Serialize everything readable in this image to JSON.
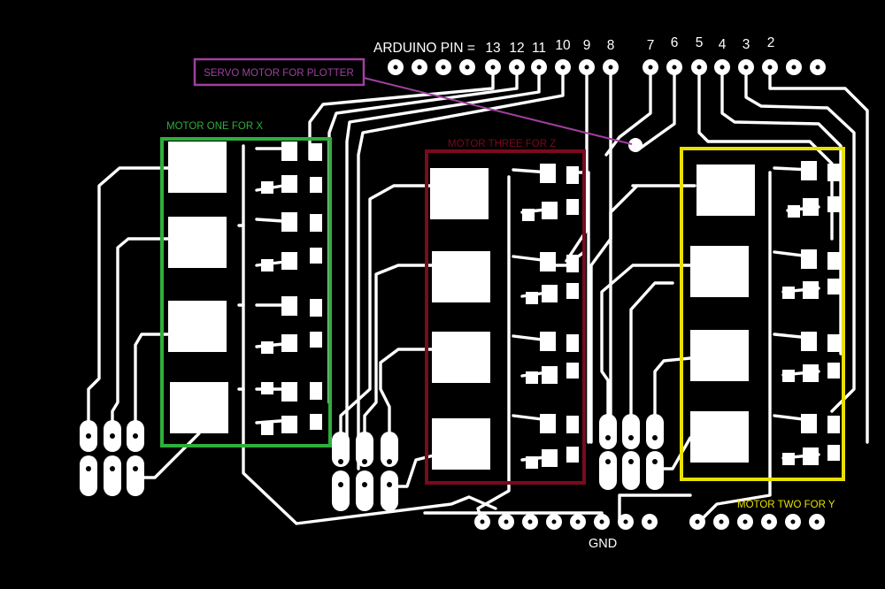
{
  "labels": {
    "arduino_pin": "ARDUINO PIN =",
    "pin_numbers": [
      "13",
      "12",
      "11",
      "10",
      "9",
      "8",
      "7",
      "6",
      "5",
      "4",
      "3",
      "2"
    ],
    "servo": "SERVO MOTOR FOR PLOTTER",
    "motor_x": "MOTOR ONE FOR X",
    "motor_z": "MOTOR THREE FOR Z",
    "motor_y": "MOTOR TWO FOR Y",
    "gnd": "GND"
  },
  "colors": {
    "background": "#000000",
    "copper": "#ffffff",
    "motor_x": "#2fae3c",
    "motor_z": "#7a0a1e",
    "motor_y": "#e8e000",
    "servo": "#a03fa0",
    "text": "#ffffff"
  },
  "icons": {
    "header_pad": "round-pcb-pad-icon",
    "connector_pad": "oval-pcb-pad-icon",
    "driver_pad": "square-smd-pad-icon"
  }
}
